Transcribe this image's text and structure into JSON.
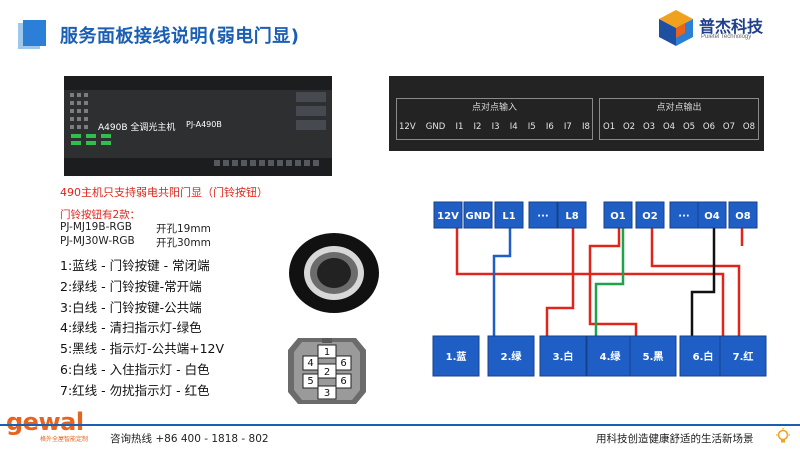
{
  "header": {
    "title": "服务面板接线说明(弱电门显)"
  },
  "logo": {
    "name": "普杰科技",
    "sub": "Puietel Technology"
  },
  "device": {
    "name": "A490B 全调光主机",
    "model": "PJ-A490B"
  },
  "panel": {
    "input_title": "点对点输入",
    "output_title": "点对点输出",
    "input_cells": [
      "12V",
      "GND",
      "I1",
      "I2",
      "I3",
      "I4",
      "I5",
      "I6",
      "I7",
      "I8"
    ],
    "output_cells": [
      "O1",
      "O2",
      "O3",
      "O4",
      "O5",
      "O6",
      "O7",
      "O8"
    ]
  },
  "notes": {
    "support": "490主机只支持弱电共阳门显（门铃按钮）",
    "models_title": "门铃按钮有2款：",
    "models": [
      {
        "name": "PJ-MJ19B-RGB",
        "hole": "开孔19mm"
      },
      {
        "name": "PJ-MJ30W-RGB",
        "hole": "开孔30mm"
      }
    ]
  },
  "wires": [
    "1:蓝线 - 门铃按键 - 常闭端",
    "2:绿线 - 门铃按键-常开端",
    "3:白线 - 门铃按键-公共端",
    "4:绿线 - 清扫指示灯-绿色",
    "5:黑线 - 指示灯-公共端+12V",
    "6:白线 - 入住指示灯 - 白色",
    "7:红线 - 勿扰指示灯 - 红色"
  ],
  "connector_pins": [
    "1",
    "2",
    "3",
    "4",
    "5",
    "6"
  ],
  "diagram": {
    "top_terminals": [
      "12V",
      "GND",
      "L1",
      "···",
      "L8",
      "O1",
      "O2",
      "···",
      "O4",
      "O8"
    ],
    "bottom_terminals": [
      "1.蓝",
      "2.绿",
      "3.白",
      "4.绿",
      "5.黑",
      "6.白",
      "7.红"
    ]
  },
  "footer": {
    "brand": "gewal",
    "brand_sub": "格外全屋智能定制",
    "hotline": "咨询热线 +86 400 - 1818 - 802",
    "slogan": "用科技创造健康舒适的生活新场景"
  },
  "colors": {
    "accent": "#1a5fb4",
    "terminal_fill": "#1f5fc5",
    "warning": "#e0251b",
    "brand_orange": "#e8641c",
    "wire_red": "#e0251b",
    "wire_blue": "#1f5fc5",
    "wire_green": "#1ea34a",
    "wire_black": "#111111"
  }
}
